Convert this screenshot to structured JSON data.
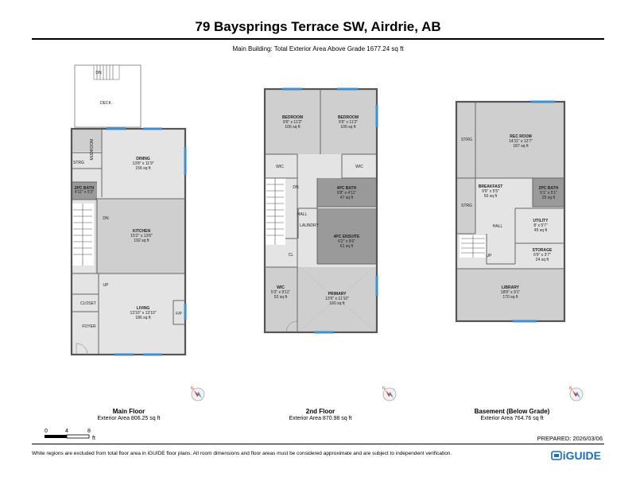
{
  "title": "79 Baysprings Terrace SW, Airdrie, AB",
  "subtitle": "Main Building: Total Exterior Area Above Grade 1677.24 sq ft",
  "floors": {
    "main": {
      "name": "Main Floor",
      "area": "Exterior Area 806.25 sq ft",
      "labels": {
        "dn": "DN",
        "deck": "DECK",
        "mudroom": "MUDROOM",
        "strg": "STRG",
        "dining": "DINING",
        "dining_dim": "13'8\" x 11'9\"",
        "dining_sqft": "156 sq ft",
        "bath": "2PC BATH",
        "bath_dim": "4'11\" x 5'2\"",
        "kitchen": "KITCHEN",
        "kitchen_dim": "15'2\" x 13'8\"",
        "kitchen_sqft": "192 sq ft",
        "dn2": "DN",
        "up": "UP",
        "closet": "CLOSET",
        "living": "LIVING",
        "living_dim": "13'10\" x 13'10\"",
        "living_sqft": "186 sq ft",
        "fp": "F/P",
        "foyer": "FOYER"
      }
    },
    "second": {
      "name": "2nd Floor",
      "area": "Exterior Area 870.98 sq ft",
      "labels": {
        "bed1": "BEDROOM",
        "bed1_dim": "9'6\" x 11'2\"",
        "bed1_sqft": "106 sq ft",
        "bed2": "BEDROOM",
        "bed2_dim": "9'6\" x 11'2\"",
        "bed2_sqft": "106 sq ft",
        "wic1": "WIC",
        "wic2": "WIC",
        "dn": "DN",
        "bath4": "4PC BATH",
        "bath4_dim": "9'8\" x 4'11\"",
        "bath4_sqft": "47 sq ft",
        "hall": "HALL",
        "laundry": "LAUNDRY",
        "ensuite": "4PC ENSUITE",
        "ensuite_dim": "6'2\" x 9'6\"",
        "ensuite_sqft": "61 sq ft",
        "cl": "CL",
        "wic3": "WIC",
        "wic3_dim": "5'3\" x 9'11\"",
        "wic3_sqft": "52 sq ft",
        "primary": "PRIMARY",
        "primary_dim": "13'6\" x 11'10\"",
        "primary_sqft": "160 sq ft"
      }
    },
    "basement": {
      "name": "Basement (Below Grade)",
      "area": "Exterior Area 764.76 sq ft",
      "labels": {
        "strg1": "STRG",
        "rec": "REC ROOM",
        "rec_dim": "14'11\" x 12'7\"",
        "rec_sqft": "187 sq ft",
        "breakfast": "BREAKFAST",
        "breakfast_dim": "9'9\" x 5'5\"",
        "breakfast_sqft": "50 sq ft",
        "bath": "2PC BATH",
        "bath_dim": "5'1\" x 5'1\"",
        "bath_sqft": "25 sq ft",
        "strg2": "STRG",
        "hall": "HALL",
        "utility": "UTILITY",
        "utility_dim": "8' x 5'7\"",
        "utility_sqft": "45 sq ft",
        "storage": "STORAGE",
        "storage_dim": "6'9\" x 3'7\"",
        "storage_sqft": "24 sq ft",
        "up": "UP",
        "library": "LIBRARY",
        "library_dim": "18'8\" x 9'1\"",
        "library_sqft": "170 sq ft"
      }
    }
  },
  "scale": {
    "t0": "0",
    "t1": "4",
    "t2": "8",
    "unit": "ft"
  },
  "compass": {
    "label": "N"
  },
  "prepared": "PREPARED:  2026/03/06",
  "disclaimer": "White regions are excluded from total floor area in iGUIDE floor plans. All room dimensions and floor areas must be considered approximate and are subject to independent verification.",
  "brand": "iGUIDE",
  "colors": {
    "wall": "#555555",
    "window": "#3f8fd0",
    "floor": "#e4e4e4",
    "stair_room": "#cfcfcf",
    "dark_room": "#9a9a9a",
    "brand": "#1a6fb5"
  }
}
